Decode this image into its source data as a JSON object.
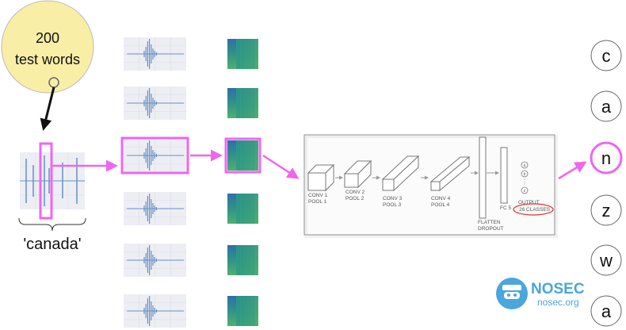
{
  "callout": {
    "count": "200",
    "label": "test words"
  },
  "input_word": "'canada'",
  "network": {
    "layers": [
      {
        "line1": "CONV 1",
        "line2": "POOL 1"
      },
      {
        "line1": "CONV 2",
        "line2": "POOL 2"
      },
      {
        "line1": "CONV 3",
        "line2": "POOL 3"
      },
      {
        "line1": "CONV 4",
        "line2": "POOL 4"
      }
    ],
    "flatten": "FLATTEN",
    "dropout": "DROPOUT",
    "fc": "FC 5",
    "output_nodes": [
      "a",
      "b",
      "z"
    ],
    "output": "OUTPUT",
    "classes": "26 CLASSES"
  },
  "letters": [
    "c",
    "a",
    "n",
    "z",
    "w",
    "a"
  ],
  "selected_letter_index": 2,
  "highlighted_segment_index": 2,
  "logo": {
    "name": "NOSEC",
    "domain": "nosec.org"
  },
  "colors": {
    "accent": "#ee66ee",
    "callout_fill": "#f8eea6",
    "waveform": "#6a8fc4",
    "output_ellipse": "#e0302e",
    "logo_blue": "#4aa6dc"
  }
}
